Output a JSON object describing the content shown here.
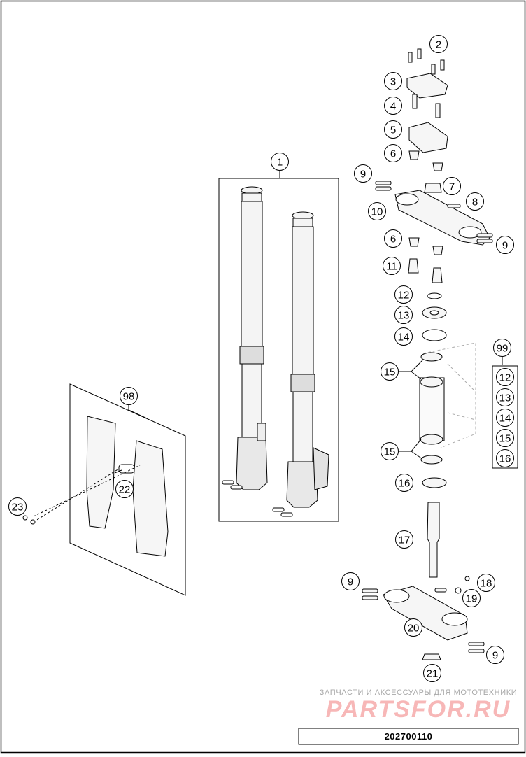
{
  "diagram": {
    "part_number": "202700110",
    "watermark": {
      "caption": "ЗАПЧАСТИ И АКСЕССУАРЫ ДЛЯ МОТОТЕХНИКИ",
      "logo": "PARTSFOR.RU"
    },
    "callouts": [
      "1",
      "2",
      "3",
      "4",
      "5",
      "6",
      "6",
      "7",
      "8",
      "9",
      "9",
      "9",
      "9",
      "10",
      "11",
      "12",
      "13",
      "14",
      "15",
      "15",
      "16",
      "17",
      "18",
      "19",
      "20",
      "21",
      "22",
      "23",
      "98",
      "99"
    ],
    "kit_99_contents": [
      "12",
      "13",
      "14",
      "15",
      "16"
    ]
  }
}
